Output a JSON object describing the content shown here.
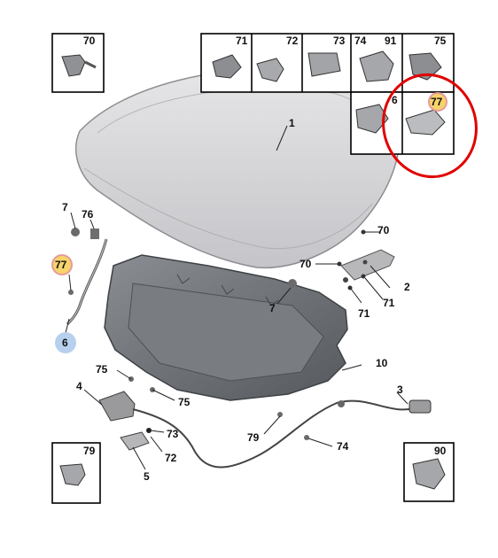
{
  "diagram": {
    "labels": {
      "hood": "1",
      "hinge": "2",
      "release_cable": "3",
      "latch": "4",
      "handle": "5",
      "prop_rod": "6",
      "insulation_pad": "10",
      "bump_stop_1": "7",
      "bump_stop_2": "7",
      "clip_76": "76",
      "clip_77": "77",
      "clip_75_a": "75",
      "clip_75_b": "75",
      "clip_73": "73",
      "clip_72": "72",
      "clip_79": "79",
      "clip_74": "74",
      "hinge_70_a": "70",
      "hinge_70_b": "70",
      "hinge_71_a": "71",
      "hinge_71_b": "71",
      "inset_6": "6"
    },
    "parts_boxes": {
      "box_70": "70",
      "box_71": "71",
      "box_72": "72",
      "box_73": "73",
      "box_74": "74",
      "box_91": "91",
      "box_75": "75",
      "box_77": "77",
      "box_79": "79",
      "box_90": "90"
    },
    "colors": {
      "hood_fill": "#d3d3d6",
      "pad_fill": "#6f7378",
      "highlight_circle": "#e00000",
      "badge_orange": "#f6d36b",
      "badge_blue": "#b7d0ee",
      "line": "#000000"
    }
  }
}
